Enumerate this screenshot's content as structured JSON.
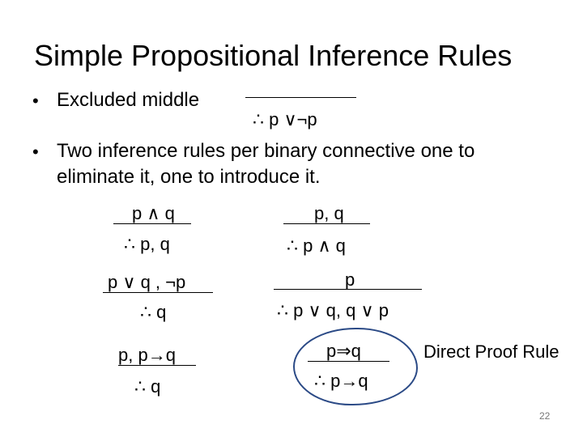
{
  "slide": {
    "title": "Simple Propositional Inference Rules",
    "page_number": "22",
    "bullet_symbol": "•",
    "bullets": [
      {
        "text": "Excluded middle"
      },
      {
        "line1": "Two inference rules per binary connective one to",
        "line2": "eliminate it, one to introduce it."
      }
    ],
    "excluded_middle_conclusion": "∴  p ∨¬p",
    "rules": {
      "and_elim": {
        "premise": "p ∧ q",
        "conclusion": "∴ p, q"
      },
      "and_intro": {
        "premise": "p, q",
        "conclusion": "∴ p ∧ q"
      },
      "or_elim": {
        "premise": "p ∨ q , ¬p",
        "conclusion": "∴ q"
      },
      "or_intro": {
        "premise": "p",
        "conclusion": "∴ p ∨ q, q ∨ p"
      },
      "modus_ponens": {
        "premise": "p, p→q",
        "conclusion": "∴  q"
      },
      "direct_proof": {
        "premise": "p⇒q",
        "conclusion": "∴ p→q",
        "label": "Direct Proof Rule"
      }
    },
    "highlight_color": "#2b4a86"
  }
}
